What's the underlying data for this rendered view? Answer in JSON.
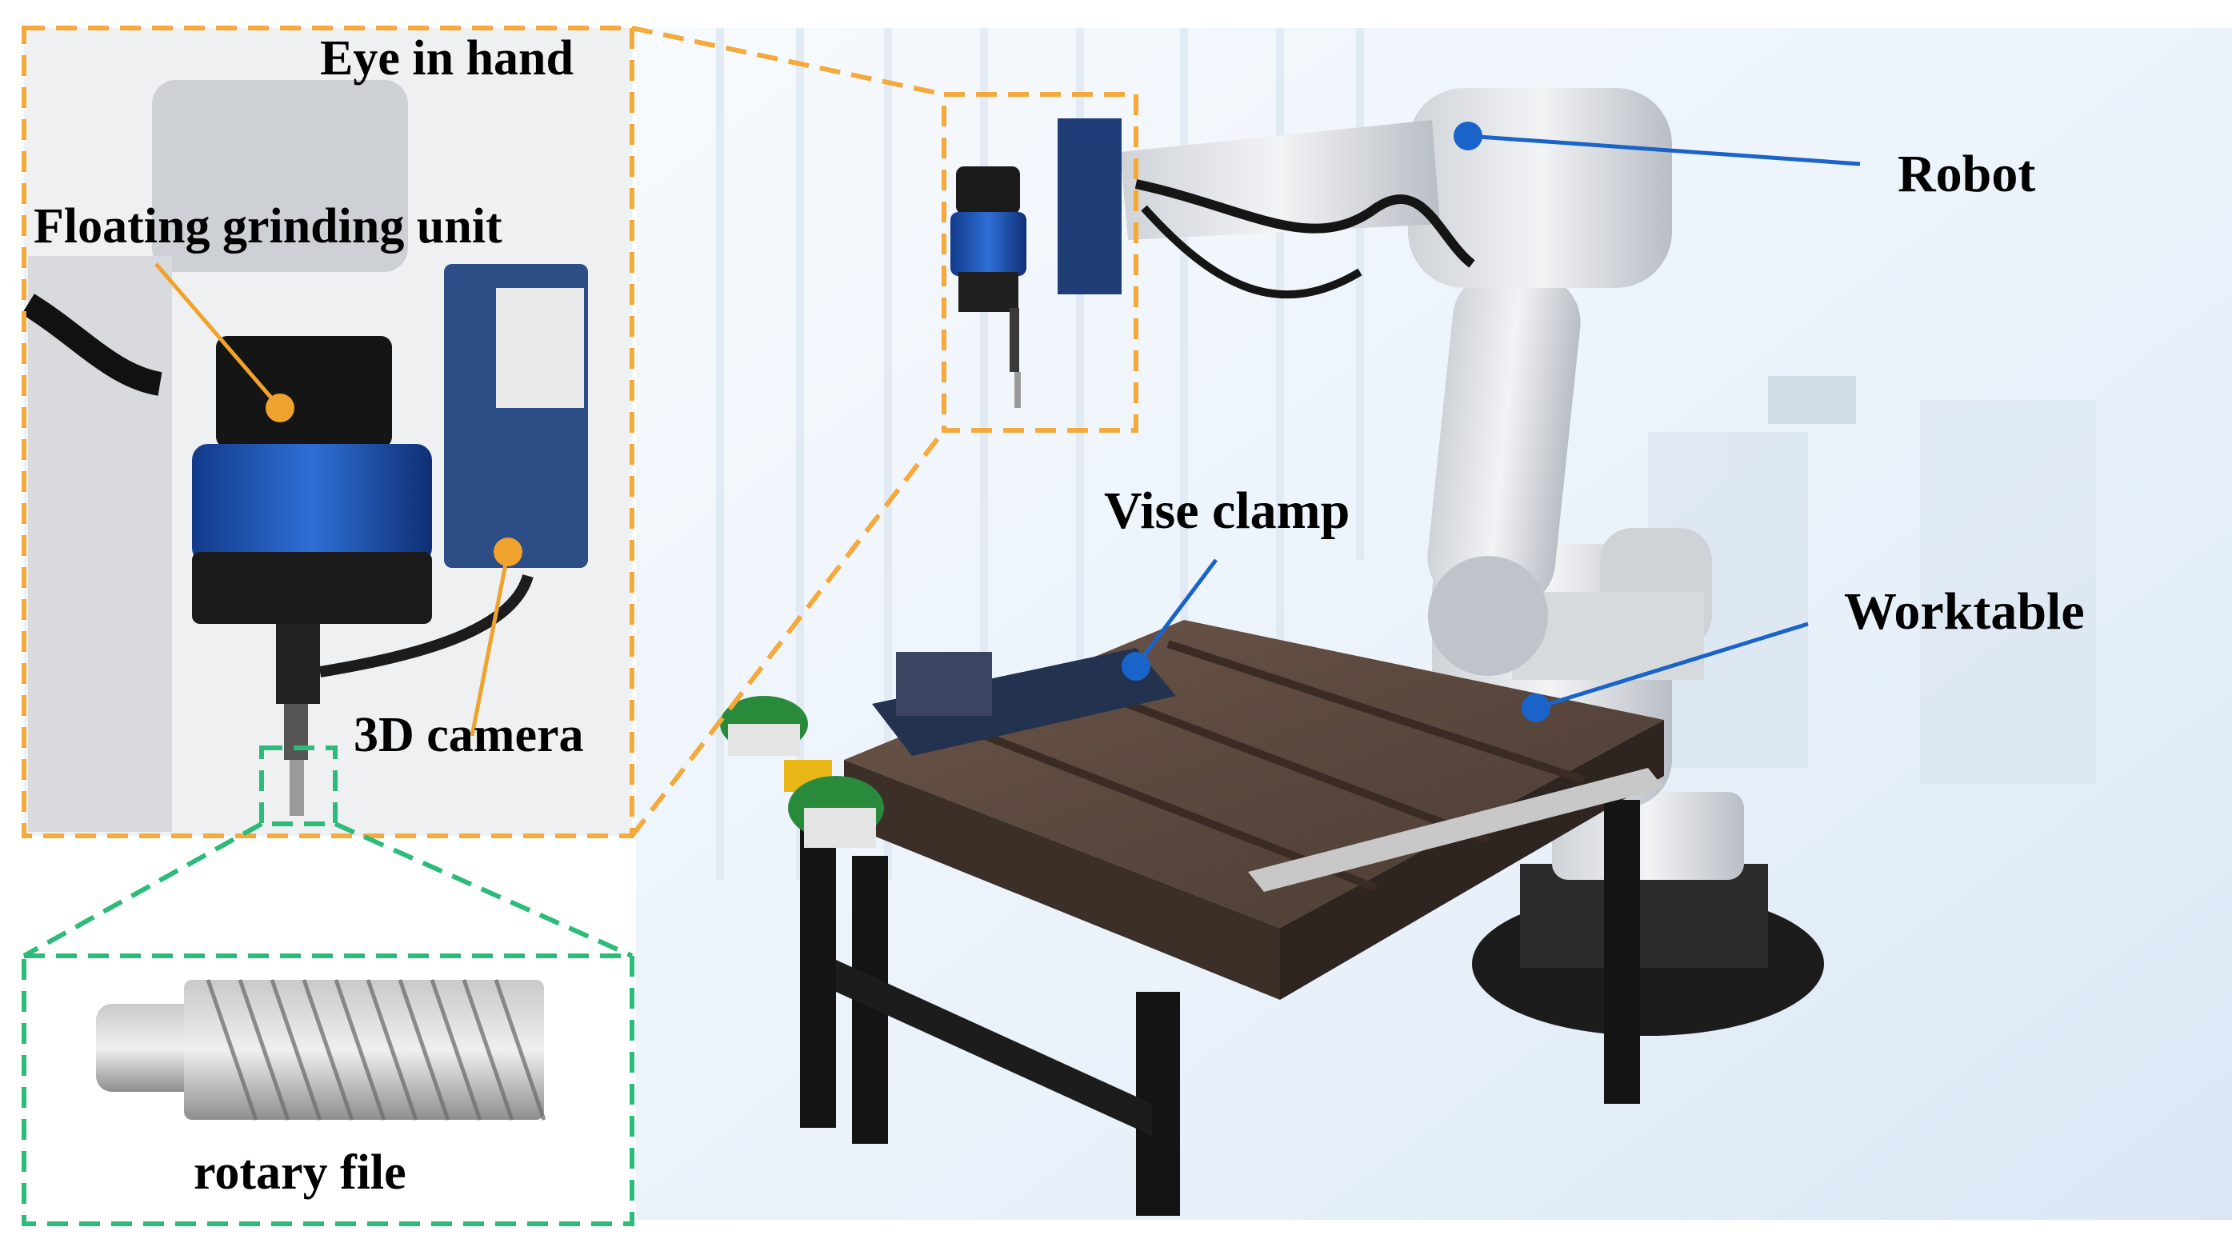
{
  "figure": {
    "labels": {
      "eye_in_hand": "Eye in hand",
      "floating_grinding_unit": "Floating grinding unit",
      "camera_3d": "3D camera",
      "rotary_file": "rotary file",
      "robot": "Robot",
      "vise_clamp": "Vise clamp",
      "worktable": "Worktable"
    },
    "colors": {
      "orange_dash": "#f5a93a",
      "green_dash": "#2dbb7a",
      "blue_leader": "#1a63c9",
      "orange_dot": "#f0a32c",
      "blue_dot": "#1a63c9",
      "background_wash": "#e6eff9"
    }
  }
}
